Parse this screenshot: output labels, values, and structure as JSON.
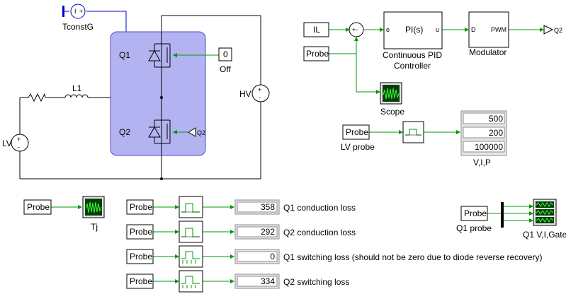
{
  "diagram": {
    "constant_tag_label": "TconstG",
    "half_bridge": {
      "q1_label": "Q1",
      "q2_label": "Q2",
      "q2_gate_tag": "Q2"
    },
    "inductor_label": "L1",
    "lv_label": "LV",
    "hv_label": "HV",
    "off_const": {
      "value": "0",
      "label": "Off"
    },
    "pid": {
      "il_label": "IL",
      "probe_label": "Probe",
      "sum_signs": "+-",
      "block_text": "PI(s)",
      "port_in": "e",
      "port_out": "u",
      "caption_line1": "Continuous PID",
      "caption_line2": "Controller"
    },
    "modulator": {
      "port_in": "D",
      "port_out": "PWM",
      "caption": "Modulator"
    },
    "q2_output_tag": "Q2",
    "scope_label": "Scope",
    "lv_probe": {
      "probe_label": "Probe",
      "caption": "LV probe"
    },
    "vip_display": {
      "values": [
        "500",
        "200",
        "100000"
      ],
      "caption": "V,I,P"
    },
    "tj": {
      "probe_label": "Probe",
      "scope_caption": "Tj"
    },
    "losses": [
      {
        "probe_label": "Probe",
        "value": "358",
        "caption": "Q1 conduction loss"
      },
      {
        "probe_label": "Probe",
        "value": "292",
        "caption": "Q2 conduction loss"
      },
      {
        "probe_label": "Probe",
        "value": "0",
        "caption": "Q1 switching loss (should not be zero due to diode reverse recovery)"
      },
      {
        "probe_label": "Probe",
        "value": "334",
        "caption": "Q2 switching loss"
      }
    ],
    "q1_probe": {
      "probe_label": "Probe",
      "caption": "Q1 probe",
      "scope_caption": "Q1 V,I,Gate"
    }
  },
  "colors": {
    "bridge_fill": "#b3b3f2",
    "bridge_border": "#4d4dcc",
    "signal_wire": "#009900",
    "tag_wire": "#0000cc",
    "scope_screen": "#0a3d0a",
    "scope_trace": "#33ff33"
  }
}
